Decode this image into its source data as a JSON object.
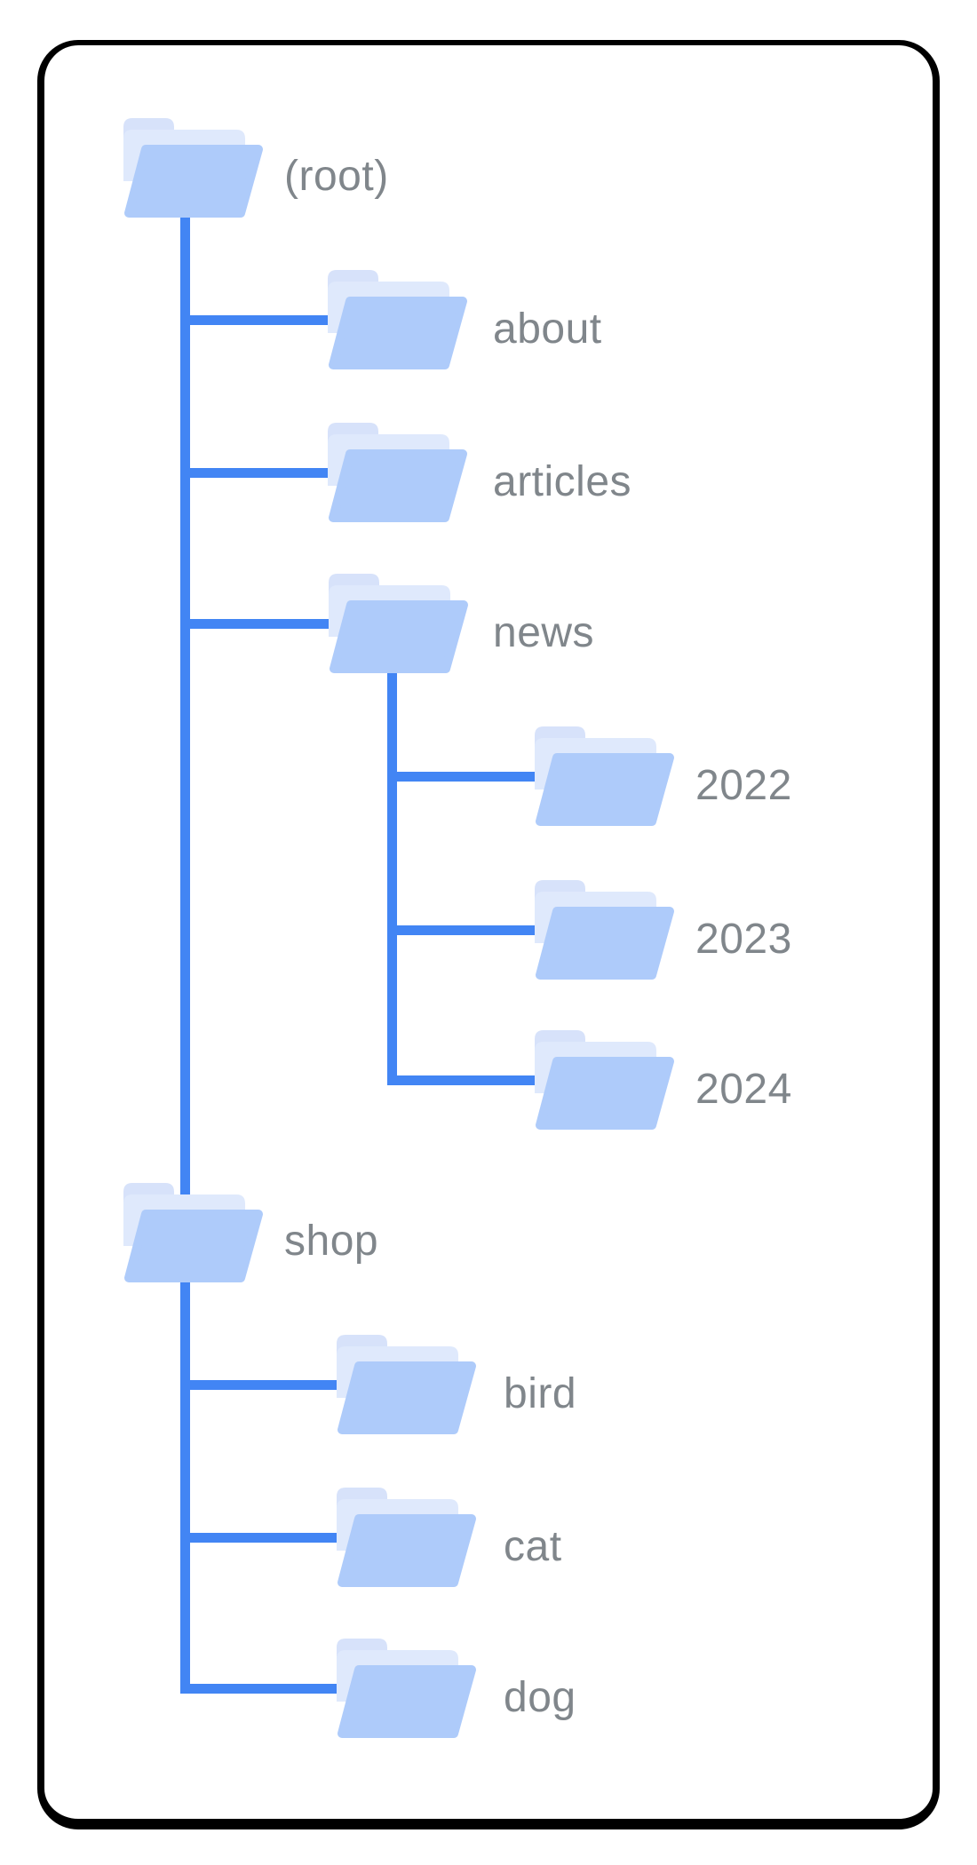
{
  "diagram": {
    "description": "Site folder structure tree diagram",
    "colors": {
      "connector": "#4285f4",
      "folder_front": "#aecbfa",
      "folder_back": "#d7e2fa",
      "folder_sheet": "#dfe9fc",
      "label": "#80868b",
      "border": "#000000",
      "bg": "#ffffff"
    },
    "nodes": {
      "root": {
        "label": "(root)"
      },
      "about": {
        "label": "about"
      },
      "articles": {
        "label": "articles"
      },
      "news": {
        "label": "news"
      },
      "y2022": {
        "label": "2022"
      },
      "y2023": {
        "label": "2023"
      },
      "y2024": {
        "label": "2024"
      },
      "shop": {
        "label": "shop"
      },
      "bird": {
        "label": "bird"
      },
      "cat": {
        "label": "cat"
      },
      "dog": {
        "label": "dog"
      }
    },
    "hierarchy": {
      "root": [
        "about",
        "articles",
        "news",
        "shop"
      ],
      "news": [
        "y2022",
        "y2023",
        "y2024"
      ],
      "shop": [
        "bird",
        "cat",
        "dog"
      ]
    }
  }
}
